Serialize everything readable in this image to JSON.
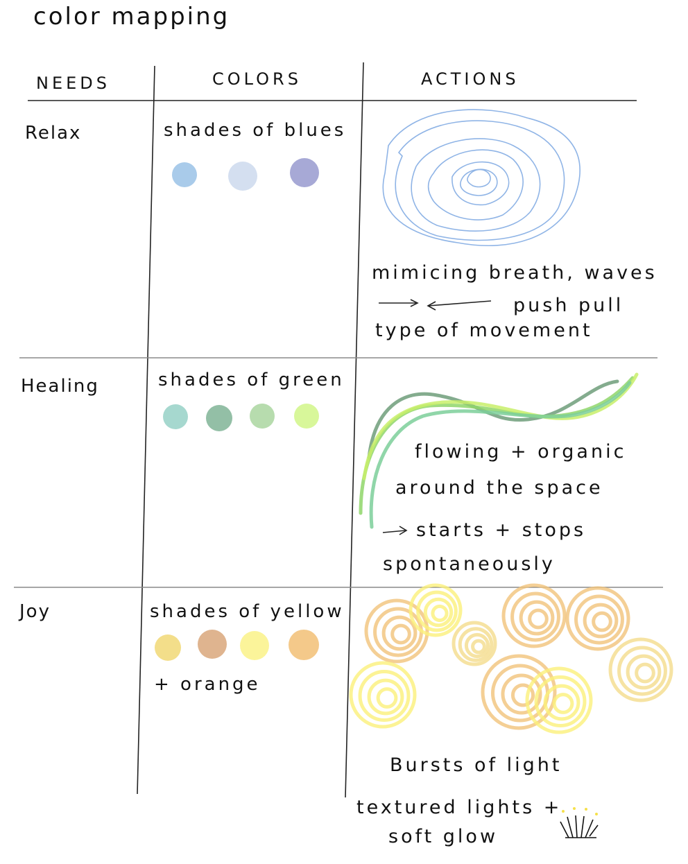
{
  "title": "color mapping",
  "headers": {
    "needs": "NEEDS",
    "colors": "COLORS",
    "actions": "ACTIONS"
  },
  "rows": [
    {
      "need": "Relax",
      "colors_label": "shades of blues",
      "swatches": [
        "#a9cbea",
        "#d4dff0",
        "#a7a9d6"
      ],
      "action_lines": [
        "mimicing breath, waves",
        "push pull",
        "type of movement"
      ],
      "stroke_colors": [
        "#8fb4e6"
      ]
    },
    {
      "need": "Healing",
      "colors_label": "shades of green",
      "swatches": [
        "#a6d8cf",
        "#93bfa6",
        "#b7dcae",
        "#d8f79a"
      ],
      "action_lines": [
        "flowing + organic",
        "around the space",
        "starts + stops",
        "spontaneously"
      ],
      "stroke_colors": [
        "#6f9e7a",
        "#8fd66a",
        "#c8ef6a",
        "#7ccf9a"
      ]
    },
    {
      "need": "Joy",
      "colors_label": "shades of yellow",
      "colors_label_2": "+ orange",
      "swatches": [
        "#f3de8a",
        "#dfb48f",
        "#fbf49a",
        "#f4c98a"
      ],
      "action_lines": [
        "Bursts of light",
        "textured lights +",
        "soft glow"
      ],
      "stroke_colors": [
        "#f1c37a",
        "#fbf07a",
        "#f4dc8c"
      ]
    }
  ]
}
